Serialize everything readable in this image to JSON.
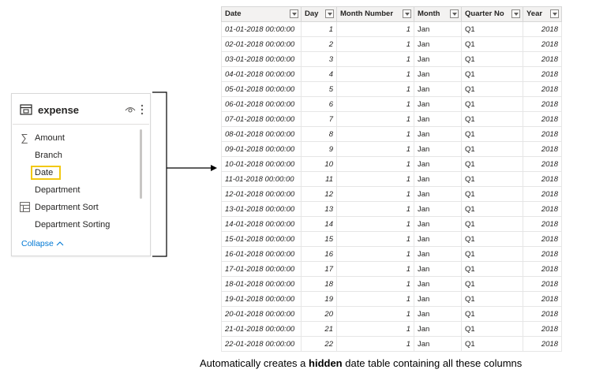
{
  "pane": {
    "title": "expense",
    "fields": [
      {
        "label": "Amount",
        "icon": "sigma-icon",
        "glyph": "∑"
      },
      {
        "label": "Branch",
        "icon": "",
        "glyph": ""
      },
      {
        "label": "Date",
        "icon": "",
        "glyph": "",
        "highlighted": true
      },
      {
        "label": "Department",
        "icon": "",
        "glyph": ""
      },
      {
        "label": "Department Sort",
        "icon": "hierarchy-table-icon",
        "glyph": ""
      },
      {
        "label": "Department Sorting",
        "icon": "",
        "glyph": ""
      }
    ],
    "collapse_label": "Collapse"
  },
  "colors": {
    "highlight": "#f2c811",
    "link": "#0078d4"
  },
  "table": {
    "headers": [
      "Date",
      "Day",
      "Month Number",
      "Month",
      "Quarter No",
      "Year"
    ],
    "rows": [
      [
        "01-01-2018 00:00:00",
        "1",
        "1",
        "Jan",
        "Q1",
        "2018"
      ],
      [
        "02-01-2018 00:00:00",
        "2",
        "1",
        "Jan",
        "Q1",
        "2018"
      ],
      [
        "03-01-2018 00:00:00",
        "3",
        "1",
        "Jan",
        "Q1",
        "2018"
      ],
      [
        "04-01-2018 00:00:00",
        "4",
        "1",
        "Jan",
        "Q1",
        "2018"
      ],
      [
        "05-01-2018 00:00:00",
        "5",
        "1",
        "Jan",
        "Q1",
        "2018"
      ],
      [
        "06-01-2018 00:00:00",
        "6",
        "1",
        "Jan",
        "Q1",
        "2018"
      ],
      [
        "07-01-2018 00:00:00",
        "7",
        "1",
        "Jan",
        "Q1",
        "2018"
      ],
      [
        "08-01-2018 00:00:00",
        "8",
        "1",
        "Jan",
        "Q1",
        "2018"
      ],
      [
        "09-01-2018 00:00:00",
        "9",
        "1",
        "Jan",
        "Q1",
        "2018"
      ],
      [
        "10-01-2018 00:00:00",
        "10",
        "1",
        "Jan",
        "Q1",
        "2018"
      ],
      [
        "11-01-2018 00:00:00",
        "11",
        "1",
        "Jan",
        "Q1",
        "2018"
      ],
      [
        "12-01-2018 00:00:00",
        "12",
        "1",
        "Jan",
        "Q1",
        "2018"
      ],
      [
        "13-01-2018 00:00:00",
        "13",
        "1",
        "Jan",
        "Q1",
        "2018"
      ],
      [
        "14-01-2018 00:00:00",
        "14",
        "1",
        "Jan",
        "Q1",
        "2018"
      ],
      [
        "15-01-2018 00:00:00",
        "15",
        "1",
        "Jan",
        "Q1",
        "2018"
      ],
      [
        "16-01-2018 00:00:00",
        "16",
        "1",
        "Jan",
        "Q1",
        "2018"
      ],
      [
        "17-01-2018 00:00:00",
        "17",
        "1",
        "Jan",
        "Q1",
        "2018"
      ],
      [
        "18-01-2018 00:00:00",
        "18",
        "1",
        "Jan",
        "Q1",
        "2018"
      ],
      [
        "19-01-2018 00:00:00",
        "19",
        "1",
        "Jan",
        "Q1",
        "2018"
      ],
      [
        "20-01-2018 00:00:00",
        "20",
        "1",
        "Jan",
        "Q1",
        "2018"
      ],
      [
        "21-01-2018 00:00:00",
        "21",
        "1",
        "Jan",
        "Q1",
        "2018"
      ],
      [
        "22-01-2018 00:00:00",
        "22",
        "1",
        "Jan",
        "Q1",
        "2018"
      ]
    ]
  },
  "caption": {
    "before": "Automatically creates a ",
    "bold": "hidden",
    "after": " date table containing all these columns"
  }
}
